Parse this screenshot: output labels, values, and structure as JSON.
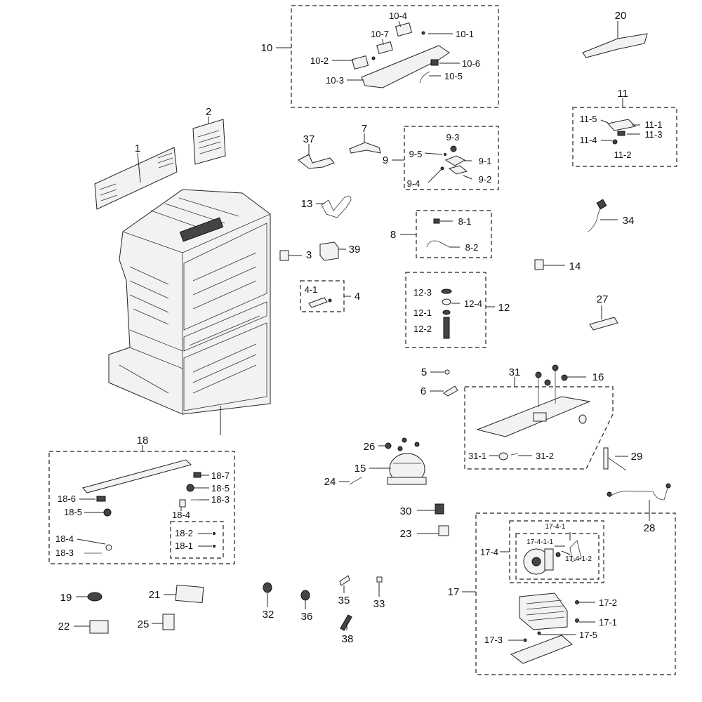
{
  "labels": {
    "p1": "1",
    "p2": "2",
    "p3": "3",
    "p4": "4",
    "p4_1": "4-1",
    "p5": "5",
    "p6": "6",
    "p7": "7",
    "p8": "8",
    "p8_1": "8-1",
    "p8_2": "8-2",
    "p9": "9",
    "p9_1": "9-1",
    "p9_2": "9-2",
    "p9_3": "9-3",
    "p9_4": "9-4",
    "p9_5": "9-5",
    "p10": "10",
    "p10_1": "10-1",
    "p10_2": "10-2",
    "p10_3": "10-3",
    "p10_4": "10-4",
    "p10_5": "10-5",
    "p10_6": "10-6",
    "p10_7": "10-7",
    "p11": "11",
    "p11_1": "11-1",
    "p11_2": "11-2",
    "p11_3": "11-3",
    "p11_4": "11-4",
    "p11_5": "11-5",
    "p12": "12",
    "p12_1": "12-1",
    "p12_2": "12-2",
    "p12_3": "12-3",
    "p12_4": "12-4",
    "p13": "13",
    "p14": "14",
    "p15": "15",
    "p16": "16",
    "p17": "17",
    "p17_1": "17-1",
    "p17_2": "17-2",
    "p17_3": "17-3",
    "p17_4": "17-4",
    "p17_4_1": "17-4-1",
    "p17_4_1_1": "17-4-1-1",
    "p17_4_1_2": "17-4-1-2",
    "p17_5": "17-5",
    "p18": "18",
    "p18_1": "18-1",
    "p18_2": "18-2",
    "p18_3a": "18-3",
    "p18_3b": "18-3",
    "p18_4a": "18-4",
    "p18_4b": "18-4",
    "p18_5a": "18-5",
    "p18_5b": "18-5",
    "p18_6": "18-6",
    "p18_7": "18-7",
    "p19": "19",
    "p20": "20",
    "p21": "21",
    "p22": "22",
    "p23": "23",
    "p24": "24",
    "p25": "25",
    "p26": "26",
    "p27": "27",
    "p28": "28",
    "p29": "29",
    "p30": "30",
    "p31": "31",
    "p31_1": "31-1",
    "p31_2": "31-2",
    "p32": "32",
    "p33": "33",
    "p34": "34",
    "p35": "35",
    "p36": "36",
    "p37": "37",
    "p38": "38",
    "p39": "39"
  }
}
